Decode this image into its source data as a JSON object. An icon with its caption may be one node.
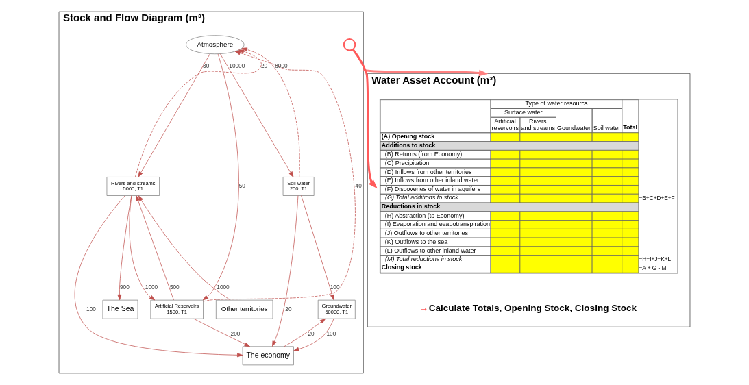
{
  "diagram": {
    "nodes": [
      {
        "text": [
          "Stock and Flow Diagram (m³)"
        ]
      },
      {
        "text": [
          "Water Asset Account (m³)"
        ]
      },
      {
        "text": [
          "Atmosphere"
        ],
        "in": 0
      },
      {
        "text": [
          "Rivers and streams",
          "5000, T1"
        ],
        "in": 0
      },
      {
        "text": [
          "Artificial Reservoirs",
          "1500, T1"
        ],
        "in": 0
      },
      {
        "text": [
          "Soil water",
          "200, T1"
        ],
        "in": 0
      },
      {
        "text": [
          "Groundwater",
          "50000, T1"
        ],
        "in": 0
      },
      {
        "text": [
          "The economy"
        ],
        "in": 0
      },
      {
        "text": [
          "Other territories"
        ],
        "in": 0
      },
      {
        "text": [
          "The Sea"
        ],
        "in": 0
      },
      {
        "text": [],
        "shape": "circle",
        "in": 0
      }
    ],
    "edges": [
      {
        "from": 2,
        "to": 3,
        "arrow": "to",
        "label": "30"
      },
      {
        "from": 3,
        "to": 2,
        "arrow": "to",
        "label": "20",
        "style": "dashed"
      },
      {
        "from": 3,
        "to": 4,
        "arrow": "to",
        "label": "1000"
      },
      {
        "from": 2,
        "to": 4,
        "arrow": "to",
        "label": "50"
      },
      {
        "from": 4,
        "to": 2,
        "arrow": "to",
        "label": "40",
        "style": "dashed"
      },
      {
        "from": 2,
        "to": 5,
        "arrow": "to",
        "label": "10000"
      },
      {
        "from": 5,
        "to": 2,
        "arrow": "to",
        "label": "8000",
        "style": "dashed"
      },
      {
        "from": 5,
        "to": 7,
        "arrow": "to",
        "label": "20"
      },
      {
        "from": 6,
        "to": 7,
        "arrow": "to",
        "label": "100"
      },
      {
        "from": 7,
        "to": 6,
        "arrow": "to",
        "label": "20"
      },
      {
        "from": 4,
        "to": 3,
        "arrow": "to",
        "label": "500"
      },
      {
        "from": 5,
        "to": 6,
        "arrow": "to",
        "label": "100"
      },
      {
        "from": 4,
        "to": 7,
        "arrow": "to",
        "label": "200"
      },
      {
        "from": 3,
        "to": 7,
        "arrow": "to",
        "label": "100"
      },
      {
        "from": 3,
        "to": 9,
        "arrow": "to",
        "label": "900"
      },
      {
        "from": 8,
        "to": 3,
        "arrow": "to",
        "label": "1000"
      },
      {
        "from": 10,
        "to": 1,
        "arrow": "to",
        "color": "#ff5a5a",
        "style": "thick"
      },
      {
        "from": 0,
        "to": 1,
        "arrow": "to",
        "color": "#ff8080",
        "style": "thick"
      }
    ],
    "labels": [
      "Type of water resourcs",
      "Surface water",
      "Artificial reservoirs",
      "Rivers and streams",
      "Goundwater",
      "Soil water",
      "Total",
      "(A) Opening stock",
      "Additions to stock",
      "(B) Returns (from Economy)",
      "(C) Precipitation",
      "(D) Inflows from other territories",
      "(E) Inflows from other inland water",
      "(F) Discoveries of water in aquifers",
      "(G) Total additions to stock",
      "=B+C+D+E+F",
      "Reductions in stock",
      "(H) Abstraction (to Economy)",
      "(I) Evaporation and evapotranspiration",
      "(J) Outflows to other territories",
      "(K) Outflows to the sea",
      "(L) Outflows to other inland water",
      "(M) Total reductions in stock",
      "=H+I+J+K+L",
      "Closing stock",
      "=A + G - M",
      "→Calculate Totals, Opening Stock, Closing Stock"
    ]
  }
}
